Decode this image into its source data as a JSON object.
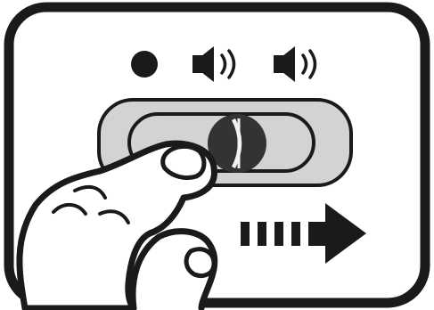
{
  "figure": {
    "subject": "volume-slider-switch",
    "icons": [
      "mute-dot-icon",
      "low-volume-speaker-icon",
      "high-volume-speaker-icon"
    ],
    "slider_state": "middle-position",
    "gesture": "finger-slide-right",
    "direction_arrow": "right"
  },
  "colors": {
    "stroke": "#1a1a1a",
    "background": "#ffffff",
    "slider_track": "#d3d3d3",
    "slider_knob": "#333333",
    "knob_highlight": "#f2f2f2"
  }
}
